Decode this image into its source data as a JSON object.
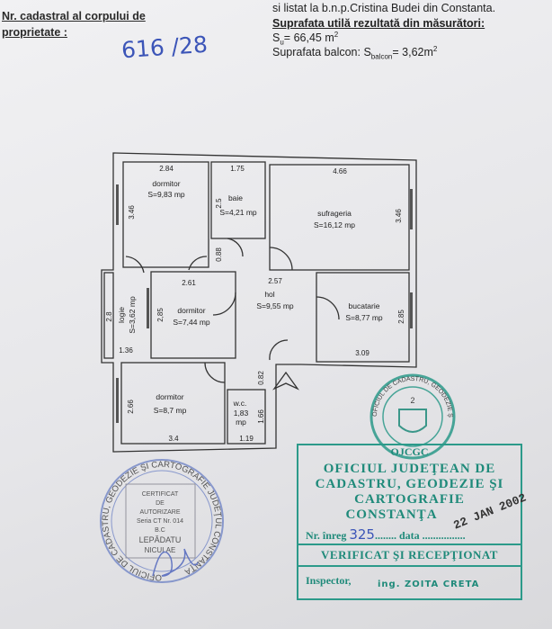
{
  "header": {
    "cadastral_label_line1": "Nr. cadastral al corpului de",
    "cadastral_label_line2": "proprietate :",
    "cadastral_number": "616 /28",
    "listed_text": "si listat la b.n.p.Cristina Budei din Constanta.",
    "useful_area_label": "Suprafata utilă rezultată din măsurători:",
    "su_label": "S",
    "su_sub": "u",
    "su_value": "= 66,45 m",
    "su_sup": "2",
    "balcony_label": "Suprafata balcon: S",
    "balcony_sub": "balcon",
    "balcony_value": "= 3,62m",
    "balcony_sup": "2"
  },
  "floor_plan": {
    "rooms": [
      {
        "name": "dormitor",
        "area": "S=9,83 mp"
      },
      {
        "name": "baie",
        "area": "S=4,21 mp"
      },
      {
        "name": "sufrageria",
        "area": "S=16,12 mp"
      },
      {
        "name": "dormitor",
        "area": "S=7,44 mp"
      },
      {
        "name": "hol",
        "area": "S=9,55 mp"
      },
      {
        "name": "bucatarie",
        "area": "S=8,77 mp"
      },
      {
        "name": "logie",
        "area": "S=3,62 mp"
      },
      {
        "name": "dormitor",
        "area": "S=8,7 mp"
      },
      {
        "name": "w.c.",
        "area": "1,83",
        "unit": "mp"
      }
    ],
    "dimensions": [
      "2.84",
      "1.75",
      "4.66",
      "3.46",
      "2.5",
      "3.46",
      "0.88",
      "2.61",
      "2.57",
      "2,85",
      "2.8",
      "1.36",
      "2.85",
      "3.09",
      "0.82",
      "2.66",
      "1.66",
      "3.4",
      "1.19"
    ]
  },
  "stamp_round_left": {
    "ring_text": "OFICIUL DE CADASTRU, GEODEZIE ŞI CARTOGRAFIE JUDEŢUL CONSTANŢA",
    "inner": [
      "CERTIFICAT",
      "DE",
      "AUTORIZARE",
      "Seria CT Nr. 014",
      "B.C",
      "LEPĂDATU",
      "NICULAE"
    ]
  },
  "stamp_round_right": {
    "ring_text": "OFICIUL DE CADASTRU, GEODEZIE ŞI CARTOGRAFIE",
    "center": "2"
  },
  "stamp_box": {
    "top": "OJCGC",
    "office_line1": "OFICIUL JUDEŢEAN DE",
    "office_line2": "CADASTRU, GEODEZIE ŞI",
    "office_line3": "CARTOGRAFIE",
    "office_line4": "CONSTANŢA",
    "date_stamp": "22 JAN 2002",
    "reg_label": "Nr. înreg",
    "reg_number": "325",
    "reg_dots": "........",
    "date_label": "data",
    "date_dots": "................",
    "verified": "VERIFICAT ŞI RECEPŢIONAT",
    "inspector_label": "Inspector,",
    "inspector_name": "ing. ZOITA CRETA"
  },
  "colors": {
    "stamp_green": "#1f8a7a",
    "ink_blue": "#3c55b8"
  }
}
